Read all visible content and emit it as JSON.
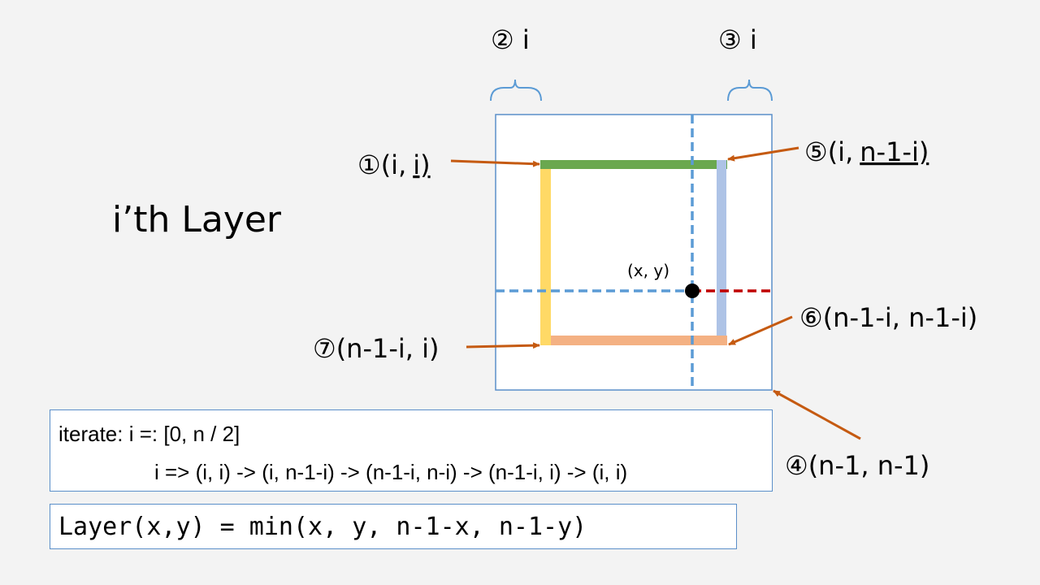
{
  "title": "i’th Layer",
  "labels": {
    "top_left_width": "② i",
    "top_right_width": "③ i",
    "corner_1_num": "①(i,",
    "corner_1_rest": "i)",
    "corner_5_num": "⑤(i,",
    "corner_5_rest": "n-1-i)",
    "corner_6": "⑥(n-1-i, n-1-i)",
    "corner_7": "⑦(n-1-i, i)",
    "corner_4": "④(n-1, n-1)",
    "point": "(x, y)"
  },
  "colors": {
    "top_edge": "#6aa84f",
    "right_edge": "#aec3e6",
    "bottom_edge": "#f4b183",
    "left_edge": "#ffd966",
    "dashed_blue": "#5b9bd5",
    "dashed_red": "#c00000",
    "arrow": "#c55a11"
  },
  "iterate": {
    "line1": "iterate: i =: [0, n / 2]",
    "line2": "i => (i, i) -> (i, n-1-i) -> (n-1-i, n-i) -> (n-1-i, i) -> (i, i)"
  },
  "formula": "Layer(x,y) = min(x, y, n-1-x, n-1-y)"
}
